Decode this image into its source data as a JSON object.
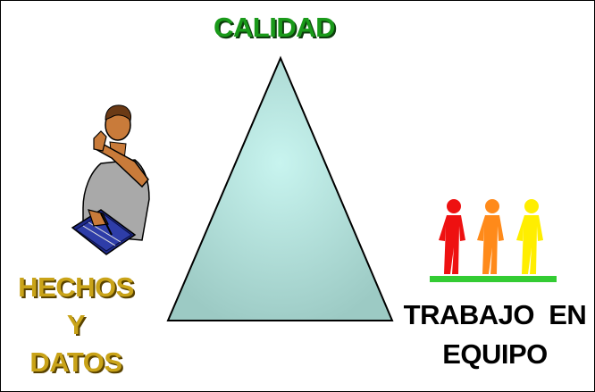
{
  "diagram": {
    "top_label": "CALIDAD",
    "left_label_lines": [
      "HECHOS",
      "Y",
      "DATOS"
    ],
    "right_label_lines": [
      "TRABAJO  EN",
      "EQUIPO"
    ]
  },
  "colors": {
    "calidad_text": "#1a9a1a",
    "hechos_text": "#c9a318",
    "trabajo_text": "#000000",
    "triangle_fill_center": "#c8f4ef",
    "triangle_fill_edge": "#9ccac4",
    "team_base": "#33cc33",
    "person_red": "#ee1111",
    "person_orange": "#ff8a1a",
    "person_yellow": "#ffee00"
  },
  "icons": [
    "man-with-book-icon",
    "team-of-people-icon"
  ]
}
